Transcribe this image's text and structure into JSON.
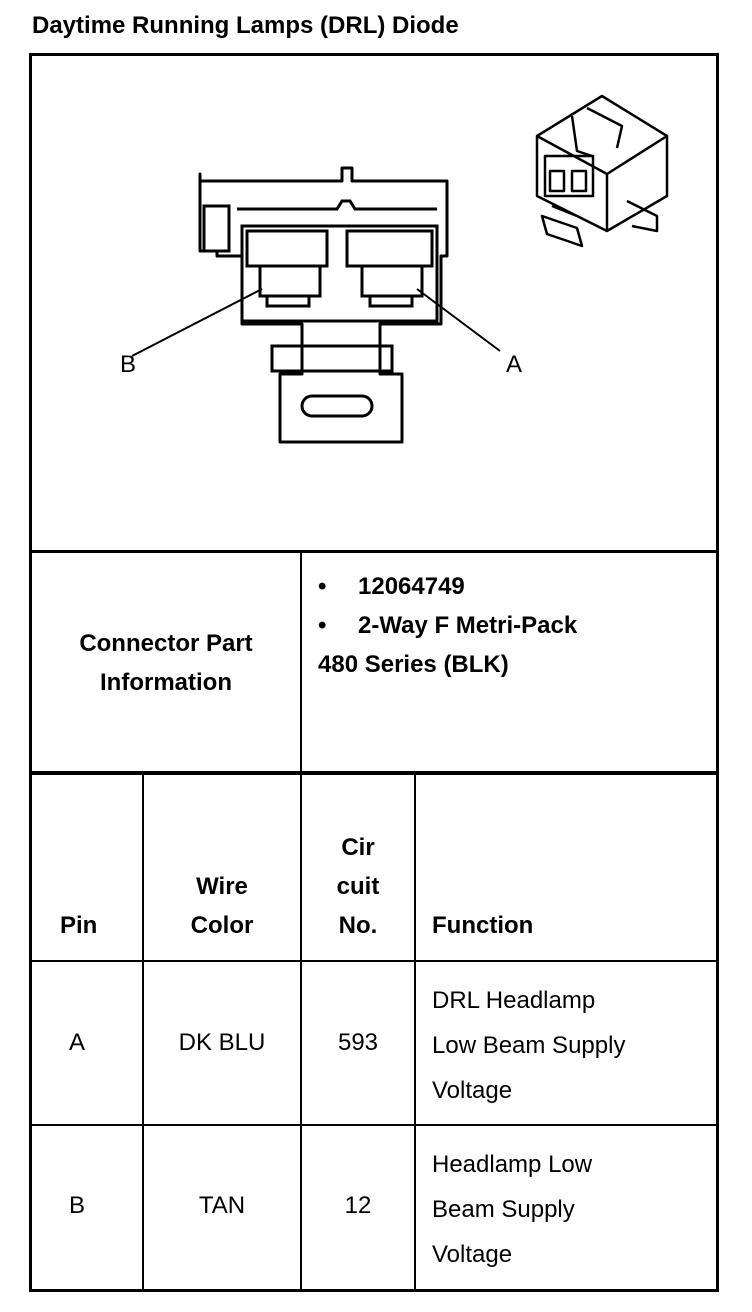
{
  "title": "Daytime Running Lamps (DRL) Diode",
  "diagram": {
    "label_b": "B",
    "label_a": "A"
  },
  "part_info": {
    "label_line1": "Connector Part",
    "label_line2": "Information",
    "bullet": "•",
    "item1": "12064749",
    "item2": "2-Way F Metri-Pack",
    "item2_cont": "480 Series (BLK)"
  },
  "table": {
    "headers": {
      "pin": "Pin",
      "wire_line1": "Wire",
      "wire_line2": "Color",
      "circuit_line1": "Cir",
      "circuit_line2": "cuit",
      "circuit_line3": "No.",
      "function": "Function"
    },
    "rows": [
      {
        "pin": "A",
        "wire": "DK BLU",
        "circuit": "593",
        "func_line1": "DRL Headlamp",
        "func_line2": "Low Beam Supply",
        "func_line3": "Voltage"
      },
      {
        "pin": "B",
        "wire": "TAN",
        "circuit": "12",
        "func_line1": "Headlamp Low",
        "func_line2": "Beam Supply",
        "func_line3": "Voltage"
      }
    ]
  }
}
